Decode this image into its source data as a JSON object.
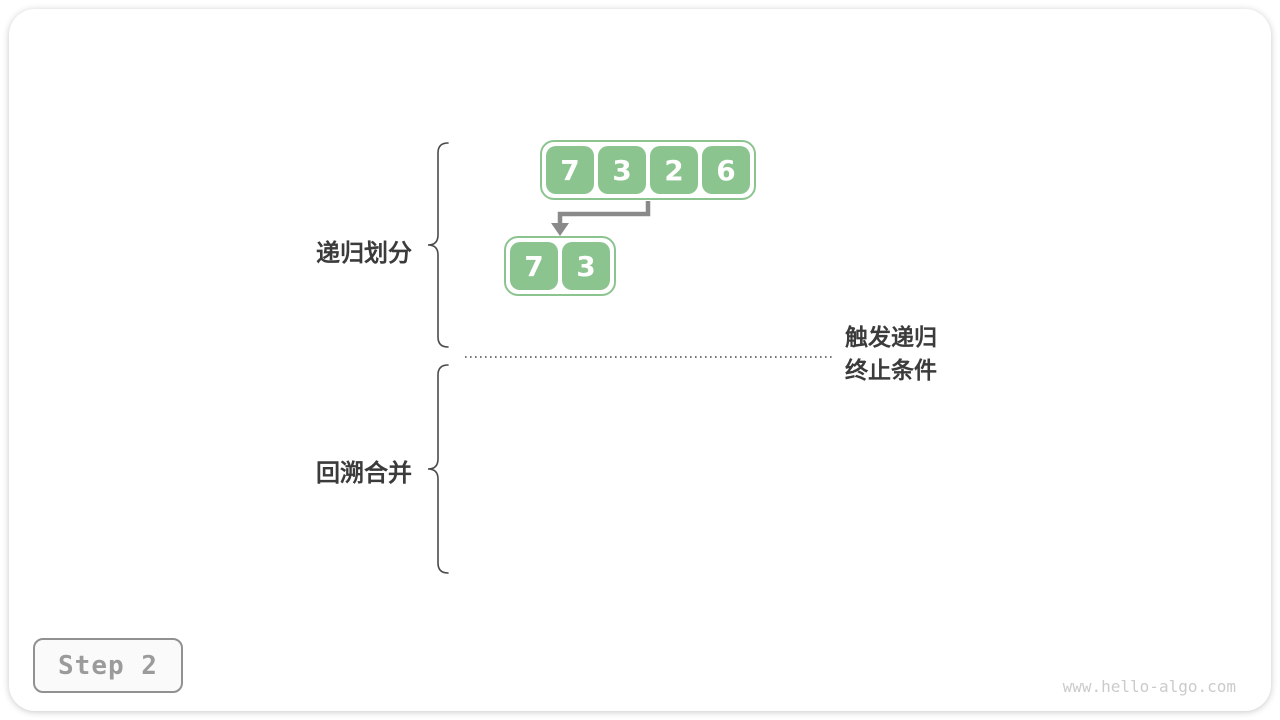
{
  "colors": {
    "green": "#8cc490",
    "arrow-gray": "#8a8a8a",
    "label-dark": "#3b3b3b",
    "brace": "#4a4a4a",
    "step-border": "#919191",
    "step-text": "#9b9b9b",
    "watermark": "#cbcbcb"
  },
  "diagram": {
    "phase_top_label": "递归划分",
    "phase_bottom_label": "回溯合并",
    "arrays": [
      {
        "values": [
          "7",
          "3",
          "2",
          "6"
        ]
      },
      {
        "values": [
          "7",
          "3"
        ]
      }
    ],
    "annotation_line1": "触发递归",
    "annotation_line2": "终止条件"
  },
  "footer": {
    "step_label": "Step 2",
    "watermark": "www.hello-algo.com"
  }
}
